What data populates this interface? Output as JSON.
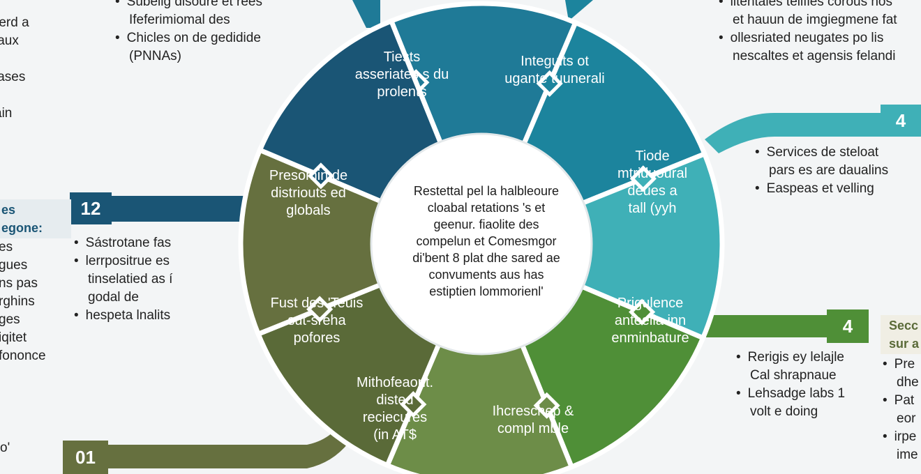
{
  "hub": {
    "lines": [
      "Restettal pel la halbleoure",
      "cloabal retations 's et",
      "geenur. fiaolite des",
      "compelun et Comesmgor",
      "di'bent 8 plat dhe sared ae",
      "convuments aus has",
      "estiptien lommorienl'"
    ]
  },
  "segments": [
    {
      "lines": [
        "Tiests",
        "asseriates s du",
        "prolents"
      ],
      "color": "#1f7a97"
    },
    {
      "lines": [
        "Integuits ot",
        "ugante tuunerali"
      ],
      "color": "#1c849d"
    },
    {
      "lines": [
        "Tiode",
        "mtriduoural",
        "deues a",
        "tall (yyh"
      ],
      "color": "#3fb0b7"
    },
    {
      "lines": [
        "Prigulence",
        "anteelia inn",
        "enminbature"
      ],
      "color": "#4f8f37"
    },
    {
      "lines": [
        "Ihcreschep &",
        "compl mble"
      ],
      "color": "#6d8d48"
    },
    {
      "lines": [
        "Mithofeaont.",
        "disted",
        "reciecures",
        "(in AT$"
      ],
      "color": "#5a6a38"
    },
    {
      "lines": [
        "Fust des 'Teuis",
        "sut-sreha",
        "pofores"
      ],
      "color": "#66703f"
    },
    {
      "lines": [
        "Presomin de",
        "distriouts ed",
        "globals"
      ],
      "color": "#1a5575"
    }
  ],
  "badges": {
    "left": "12",
    "right_top": "4",
    "right_mid": "4",
    "bottom_left": "01"
  },
  "blocks": {
    "top_left_edge": [
      "rerd a",
      "laux",
      "",
      "lases",
      "",
      "ain"
    ],
    "top_center_left": [
      {
        "t": "Subelig disoure et rees",
        "b": true
      },
      {
        "t": "Ifeferimiomal des",
        "b": false
      },
      {
        "t": "Chicles on de gedidide",
        "b": true
      },
      {
        "t": "(PNNAs)",
        "b": false
      }
    ],
    "top_right": [
      {
        "t": "litentales telifies corous hos",
        "b": true
      },
      {
        "t": "et hauun de imgiegmene fat",
        "b": false
      },
      {
        "t": "ollesriated neugates po lis",
        "b": true
      },
      {
        "t": "nescaltes et agensis felandi",
        "b": false
      }
    ],
    "right_upper": [
      {
        "t": "Services de steloat",
        "b": true
      },
      {
        "t": "pars es are daualins",
        "b": false
      },
      {
        "t": "Easpeas et velling",
        "b": true
      }
    ],
    "left_middle": [
      {
        "t": "Sástrotane fas",
        "b": true
      },
      {
        "t": "lerrpositrue es",
        "b": true
      },
      {
        "t": "tinselatied as í",
        "b": false
      },
      {
        "t": "godal de",
        "b": false
      },
      {
        "t": "hespeta lnalits",
        "b": true
      }
    ],
    "left_edge": [
      "es",
      "gues",
      "ns pas",
      "rghins",
      "ges",
      "iqitet",
      "fononce"
    ],
    "left_heading": [
      "es",
      "egone:"
    ],
    "right_lower": [
      {
        "t": "Rerigis ey lelajle",
        "b": true
      },
      {
        "t": "Cal shrapnaue",
        "b": false
      },
      {
        "t": "Lehsadge labs 1",
        "b": true
      },
      {
        "t": "volt e doing",
        "b": false
      }
    ],
    "right_edge_heading": [
      "Secc",
      "sur a"
    ],
    "right_edge": [
      {
        "t": "Pre",
        "b": true
      },
      {
        "t": "dhe",
        "b": false
      },
      {
        "t": "Pat",
        "b": true
      },
      {
        "t": "eor",
        "b": false
      },
      {
        "t": "irpe",
        "b": true
      },
      {
        "t": "ime",
        "b": false
      }
    ],
    "bottom_left_edge": [
      "o'"
    ]
  }
}
